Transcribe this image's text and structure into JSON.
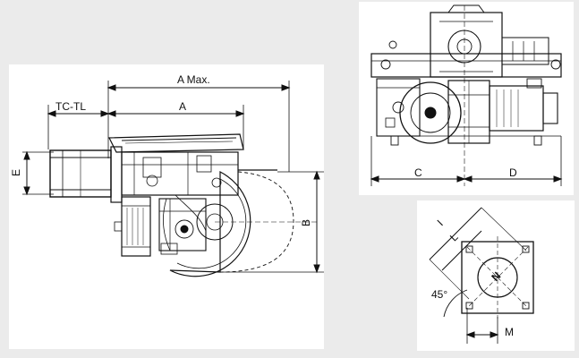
{
  "side_view": {
    "dim_a_max": "A  Max.",
    "dim_a": "A",
    "dim_tc_tl": "TC-TL",
    "dim_e": "E",
    "dim_b": "B"
  },
  "front_view": {
    "dim_c": "C",
    "dim_d": "D"
  },
  "flange_view": {
    "dim_l_outer": "I",
    "dim_l_inner": "L",
    "center_n": "N",
    "angle": "45°",
    "dim_m": "M"
  }
}
